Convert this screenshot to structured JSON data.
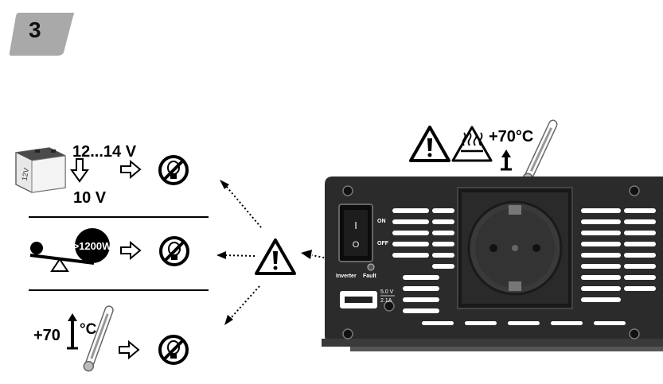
{
  "step_number": "3",
  "conditions": {
    "battery": {
      "voltage_range": "12...14 V",
      "voltage_low": "10 V",
      "battery_label": "12V"
    },
    "overload": {
      "power_label": ">1200W"
    },
    "overtemp": {
      "temp_label": "+70",
      "unit": "°C"
    }
  },
  "top_warning": {
    "temp_label": "+70°C"
  },
  "device": {
    "switch_on": "ON",
    "switch_off": "OFF",
    "switch_on_symbol": "I",
    "switch_off_symbol": "O",
    "led_inverter": "Inverter",
    "led_fault": "Fault",
    "usb_rating_v": "5.0 V",
    "usb_rating_a": "2.1A"
  },
  "icons": {
    "warning": "warning-triangle-icon",
    "hot_surface": "hot-surface-icon",
    "no_light": "no-lightbulb-icon",
    "thermometer": "thermometer-icon",
    "arrow": "hollow-arrow-icon"
  }
}
